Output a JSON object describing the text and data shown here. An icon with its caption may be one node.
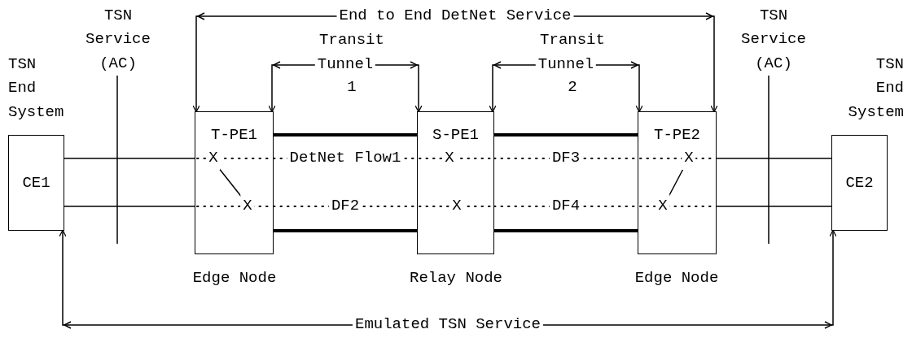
{
  "diagram": {
    "nodes": [
      {
        "text": [
          "CE1"
        ],
        "beside": [
          "TSN End System"
        ]
      },
      {
        "text": [
          "T-PE1"
        ],
        "beside": [
          "Edge Node"
        ]
      },
      {
        "text": [
          "S-PE1"
        ],
        "beside": [
          "Relay Node"
        ]
      },
      {
        "text": [
          "T-PE2"
        ],
        "beside": [
          "Edge Node"
        ]
      },
      {
        "text": [
          "CE2"
        ],
        "beside": [
          "TSN End System"
        ]
      }
    ],
    "edges": [
      {
        "from": 0,
        "to": 1,
        "arrow": "none"
      },
      {
        "from": 0,
        "to": 1,
        "arrow": "none"
      },
      {
        "from": 1,
        "to": 2,
        "arrow": "none",
        "style": "thick"
      },
      {
        "from": 1,
        "to": 2,
        "arrow": "none",
        "style": "thick"
      },
      {
        "from": 1,
        "to": 2,
        "arrow": "none",
        "style": "dashed",
        "label": "DetNet Flow1"
      },
      {
        "from": 1,
        "to": 2,
        "arrow": "none",
        "style": "dashed",
        "label": "DF2"
      },
      {
        "from": 2,
        "to": 3,
        "arrow": "none",
        "style": "thick"
      },
      {
        "from": 2,
        "to": 3,
        "arrow": "none",
        "style": "thick"
      },
      {
        "from": 2,
        "to": 3,
        "arrow": "none",
        "style": "dashed",
        "label": "DF3"
      },
      {
        "from": 2,
        "to": 3,
        "arrow": "none",
        "style": "dashed",
        "label": "DF4"
      },
      {
        "from": 3,
        "to": 4,
        "arrow": "none"
      },
      {
        "from": 3,
        "to": 4,
        "arrow": "none"
      },
      {
        "from": 1,
        "to": 3,
        "arrow": "both",
        "label": "End to End DetNet Service"
      },
      {
        "from": 1,
        "to": 2,
        "arrow": "both",
        "label": "Tunnel"
      },
      {
        "from": 2,
        "to": 3,
        "arrow": "both",
        "label": "Tunnel"
      },
      {
        "from": 0,
        "to": 4,
        "arrow": "both",
        "label": "Emulated TSN Service"
      }
    ],
    "labels": [
      "TSN Service (AC)",
      "TSN Service (AC)",
      "Transit",
      "Transit",
      "1",
      "2",
      "X",
      "X",
      "X",
      "X",
      "X",
      "X"
    ]
  }
}
